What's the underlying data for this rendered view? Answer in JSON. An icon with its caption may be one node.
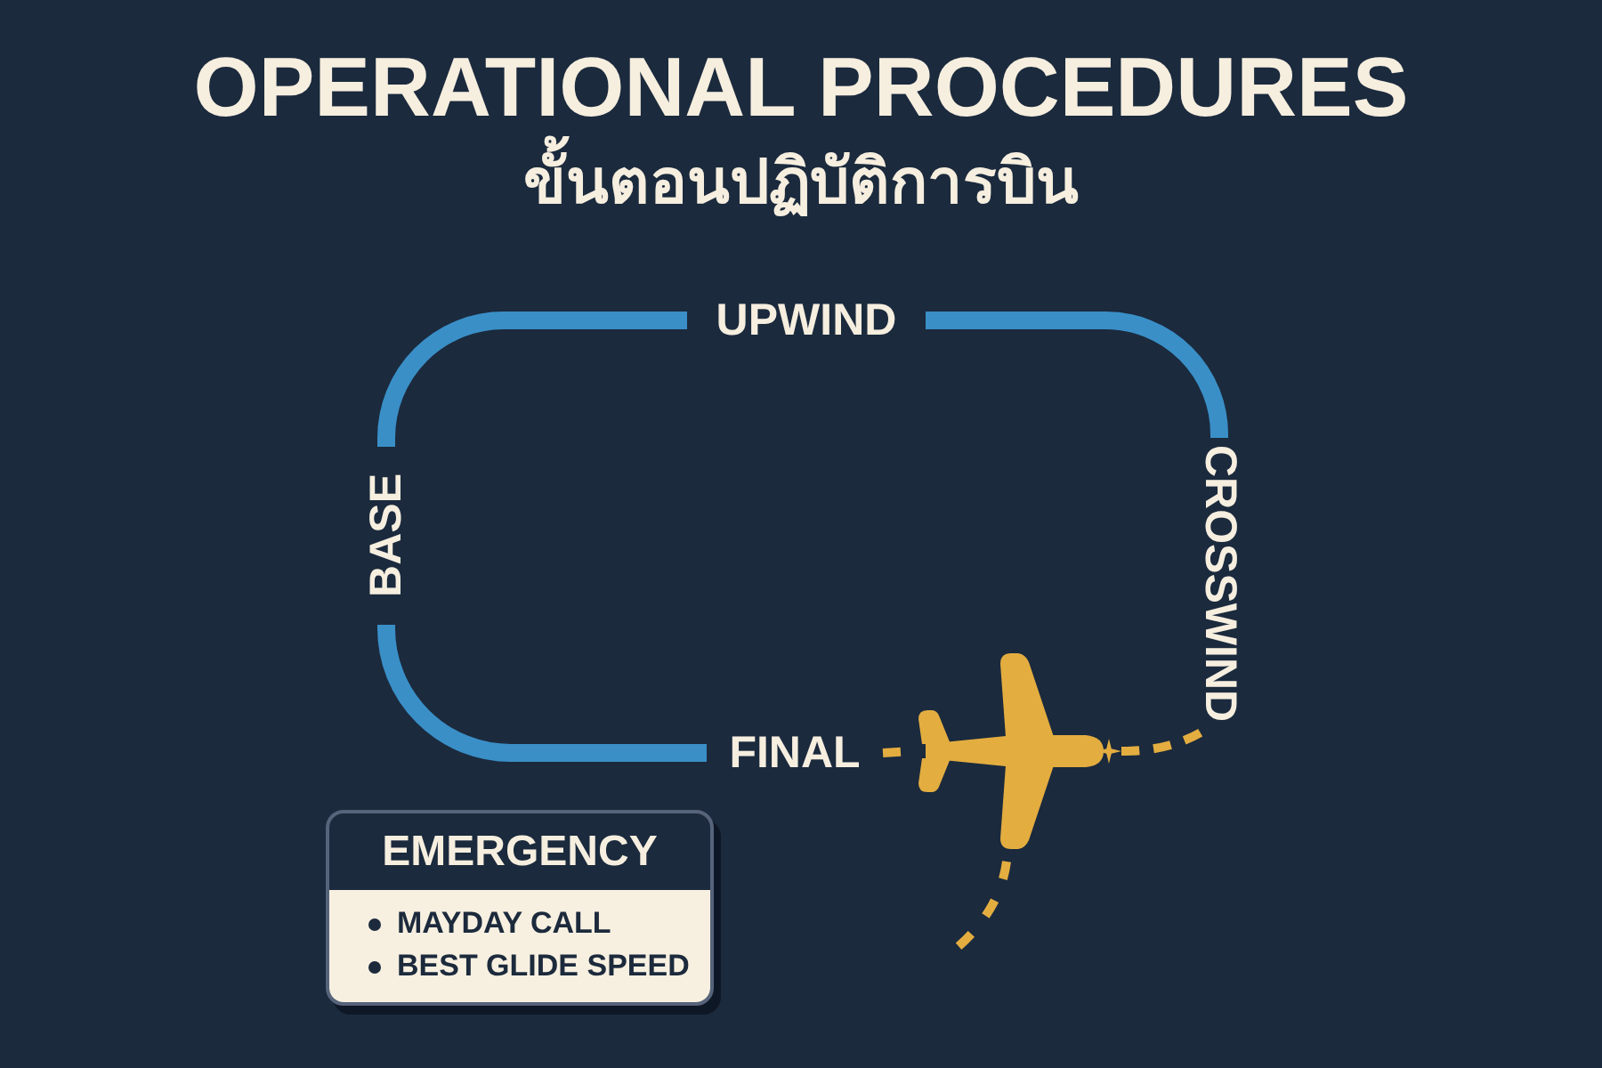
{
  "diagram": {
    "title": "OPERATIONAL PROCEDURES",
    "nodes": [
      {
        "text": [
          "UPWIND"
        ]
      },
      {
        "text": [
          "BASE"
        ]
      },
      {
        "text": [
          "CROSSWIND"
        ]
      },
      {
        "text": [
          "FINAL"
        ]
      },
      {
        "text": [],
        "shape": "picture"
      },
      {
        "text": [
          "EMERGENCY",
          "MAYDAY CALL",
          "BEST GLIDE SPEED"
        ]
      }
    ],
    "edges": [
      {
        "from": 0,
        "to": 1,
        "arrow": "none",
        "style": "thick"
      },
      {
        "from": 1,
        "to": 3,
        "arrow": "none",
        "style": "thick"
      },
      {
        "from": 3,
        "to": 4,
        "arrow": "none",
        "style": "dashed",
        "color": "#e3ad40"
      },
      {
        "from": 4,
        "to": 2,
        "arrow": "none",
        "style": "dashed",
        "color": "#e3ad40"
      },
      {
        "from": 2,
        "to": 0,
        "arrow": "none",
        "style": "thick"
      },
      {
        "from": 4,
        "to": null,
        "arrow": "none",
        "style": "dashed",
        "color": "#e3ad40"
      }
    ],
    "labels": [
      "ขั้นตอนปฏิบัติการบิน"
    ]
  }
}
